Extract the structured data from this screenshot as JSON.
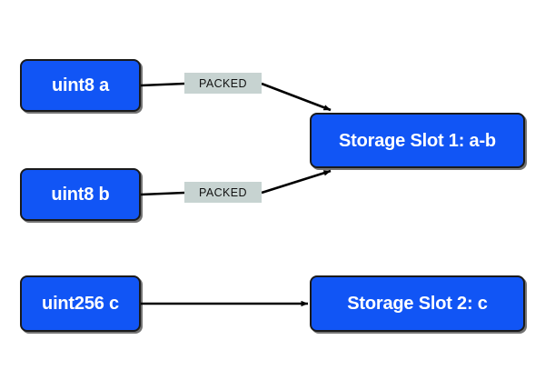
{
  "diagram": {
    "title_present": false,
    "background_color": "#ffffff",
    "node_fill_color": "#1155f5",
    "node_border_color": "#1a1a1a",
    "node_text_color": "#ffffff",
    "edge_color": "#000000",
    "edge_label_bg_color": "#c7d3d1",
    "edge_label_text_color": "#111111",
    "nodes": [
      {
        "id": "a",
        "label": "uint8 a"
      },
      {
        "id": "b",
        "label": "uint8 b"
      },
      {
        "id": "c",
        "label": "uint256 c"
      },
      {
        "id": "s1",
        "label": "Storage Slot 1: a-b"
      },
      {
        "id": "s2",
        "label": "Storage Slot 2: c"
      }
    ],
    "edges": [
      {
        "from": "a",
        "to": "s1",
        "label": "PACKED"
      },
      {
        "from": "b",
        "to": "s1",
        "label": "PACKED"
      },
      {
        "from": "c",
        "to": "s2",
        "label": ""
      }
    ]
  }
}
